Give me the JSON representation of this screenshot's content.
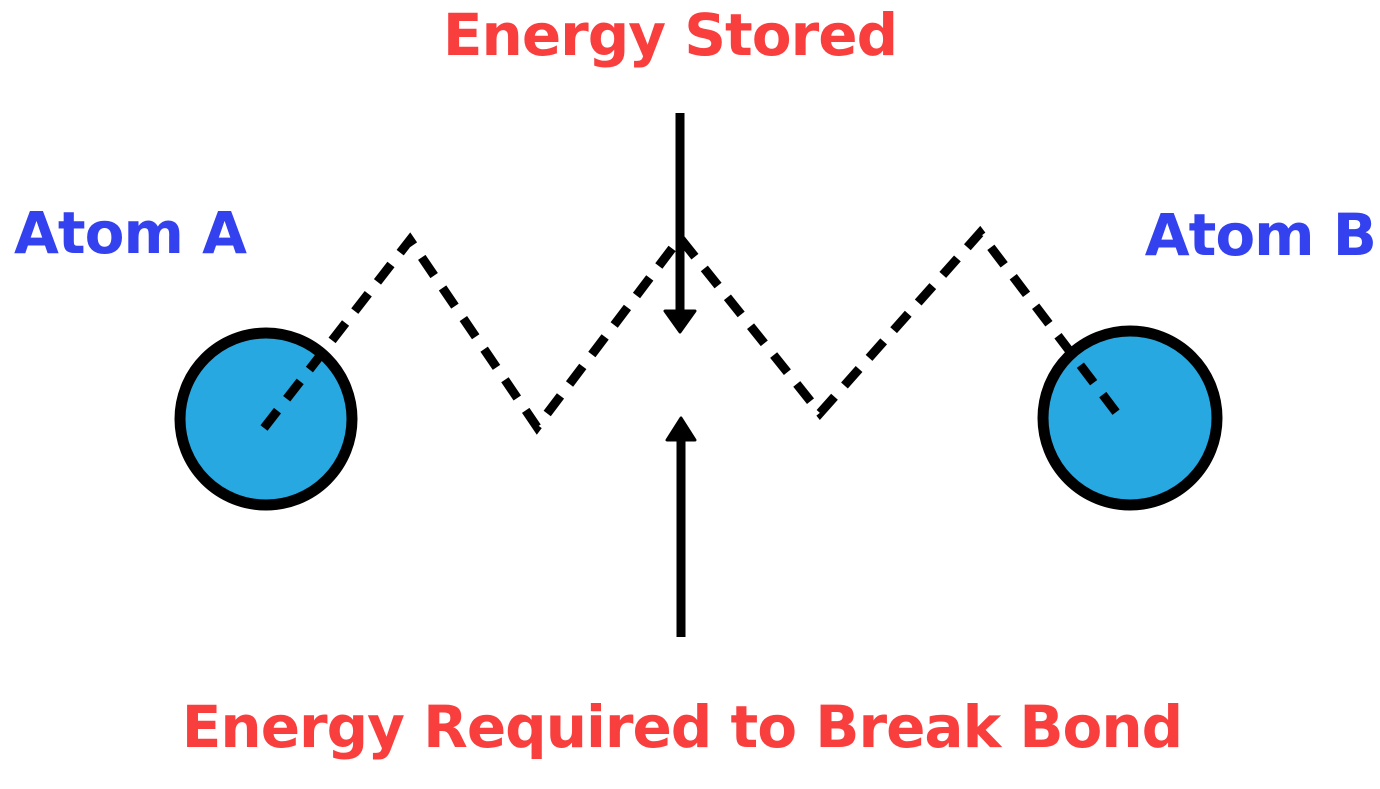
{
  "diagram": {
    "title": "Energy Stored",
    "bottom_label": "Energy Required to Break Bond",
    "atom_a_label": "Atom A",
    "atom_b_label": "Atom B",
    "colors": {
      "label_red": "#f93e3e",
      "label_blue": "#3441ee",
      "atom_fill": "#27a8e0",
      "stroke_black": "#000000"
    }
  }
}
